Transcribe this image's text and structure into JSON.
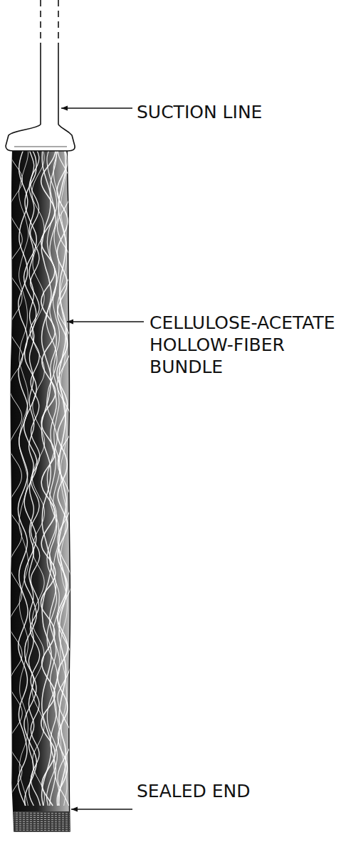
{
  "diagram": {
    "labels": [
      "SUCTION LINE",
      "CELLULOSE-ACETATE HOLLOW-FIBER BUNDLE",
      "SEALED END"
    ]
  }
}
